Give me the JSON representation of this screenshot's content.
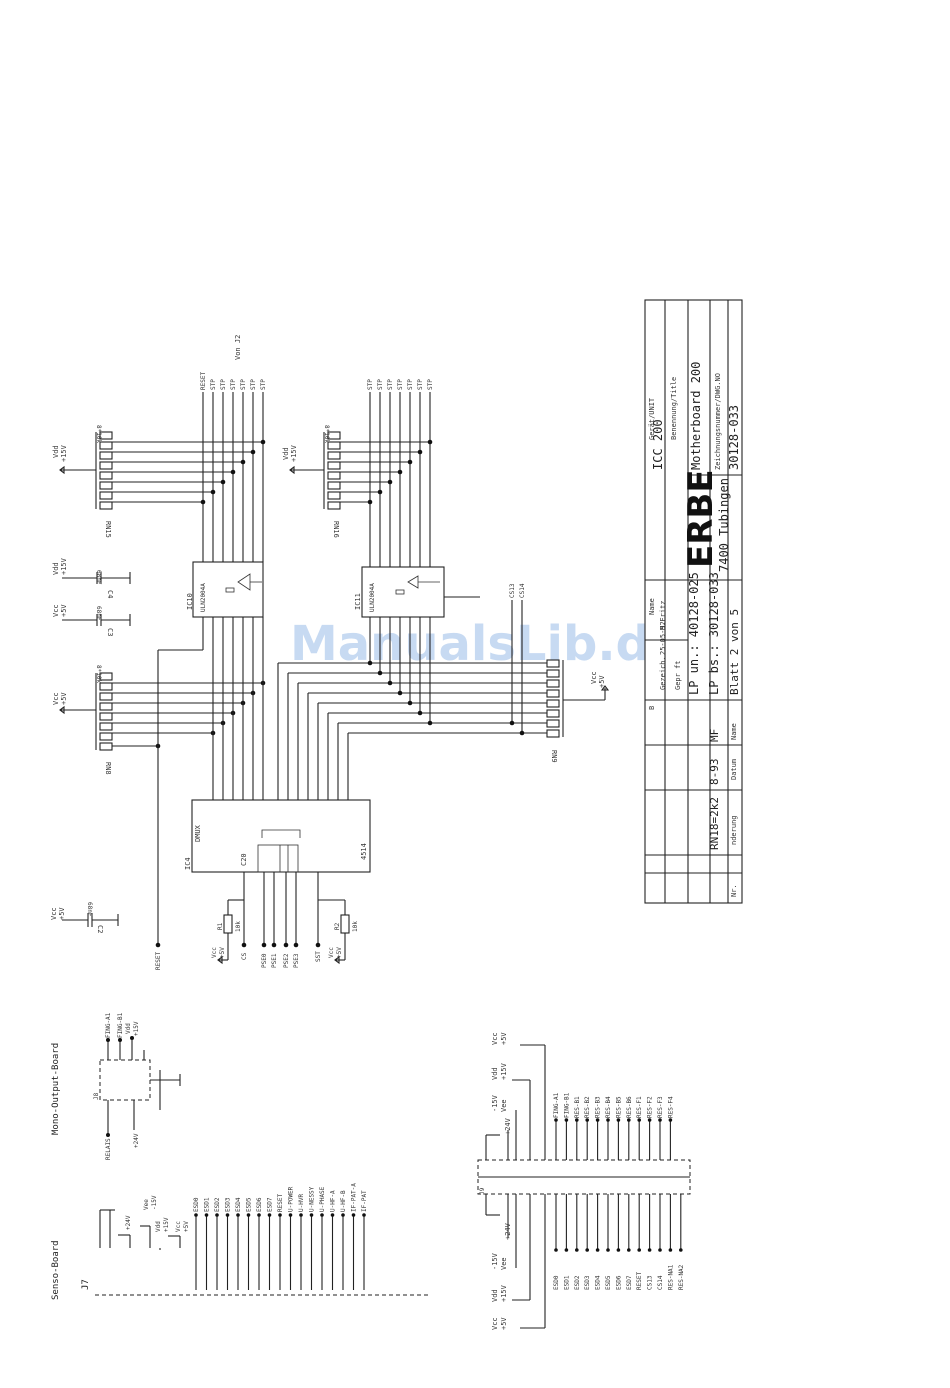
{
  "title_block": {
    "unit_label": "Gerät/UNIT",
    "unit": "ICC 200",
    "title_label": "Benennung/Title",
    "title": "Motherboard 200",
    "drawing_no_label": "Zeichnungsnummer/DWG.NO",
    "drawing_no": "30128-033",
    "company": "ERBE",
    "city": "7400 Tubingen",
    "lp_un": "LP un.: 40128-025",
    "lp_bs": "LP bs.: 30128-033",
    "sheet": "Blatt  2  von  5",
    "drawn_label": "Gezeich.",
    "drawn_date": "25-05-92",
    "drawn_by": "M.Fritz",
    "checked_label": "Gepr ft",
    "name_label": "Name",
    "b_label": "B",
    "date_label": "Datum",
    "change_label": "nderung",
    "no_label": "Nr.",
    "mf": "MF",
    "rev_date": "8-93",
    "rev_text": "RN18=2k2"
  },
  "watermark": "ManualsLib.de",
  "components": {
    "ic10": "IC10",
    "ic10_type": "ULN2004A",
    "ic11": "IC11",
    "ic11_type": "ULN2004A",
    "ic4": "IC4",
    "ic4_type": "4514",
    "dmux": "DMUX",
    "c20": "C20",
    "rn15": "RN15",
    "rn16": "RN16",
    "rn8": "RN8",
    "rn9": "RN9",
    "rn_value": "8*10k",
    "c4": "C4",
    "c3": "C3",
    "c2": "C2",
    "cap_value": "68nF",
    "r1": "R1",
    "r2": "R2",
    "r_value": "10k",
    "j8": "J8",
    "j9": "J9",
    "j7": "J7",
    "to_j2": "Von J2"
  },
  "supplies": {
    "vdd": "Vdd",
    "p15v": "+15V",
    "vcc": "Vcc",
    "p5v": "+5V",
    "vee": "Vee",
    "m15v": "-15V",
    "p24v": "+24V",
    "gnd": "GND"
  },
  "boards": {
    "mono_output": "Mono-Output-Board",
    "senso": "Senso-Board"
  },
  "signals": {
    "ic10_top": [
      "RESET",
      "STP",
      "STP",
      "STP",
      "STP",
      "STP",
      "STP"
    ],
    "ic11_top": [
      "STP",
      "STP",
      "STP",
      "STP",
      "STP",
      "STP",
      "STP"
    ],
    "ic4_inputs": [
      "PSE0",
      "PSE1",
      "PSE2",
      "PSE3"
    ],
    "ic4_cs": "CS",
    "ic4_sst": "SST",
    "reset": "RESET",
    "cs13": "CS13",
    "cs14": "CS14",
    "j8_signals": [
      "FING-A1",
      "FING-B1"
    ],
    "relais": "RELAIS",
    "j9_left": [
      "ESD0",
      "ESD1",
      "ESD2",
      "ESD3",
      "ESD4",
      "ESD5",
      "ESD6",
      "ESD7",
      "RESET",
      "CS13",
      "CS14",
      "RES-NA1",
      "RES-NA2"
    ],
    "j9_right": [
      "FING-A1",
      "FING-B1",
      "RES-B1",
      "RES-B2",
      "RES-B3",
      "RES-B4",
      "RES-B5",
      "RES-B6",
      "RES-F1",
      "RES-F2",
      "RES-F3",
      "RES-F4"
    ],
    "j7_signals": [
      "ESD0",
      "ESD1",
      "ESD2",
      "ESD3",
      "ESD4",
      "ESD5",
      "ESD6",
      "ESD7",
      "RESET",
      "U-POWER",
      "U-HVR",
      "U-NESSY",
      "U-PHASE",
      "U-HF-A",
      "U-HF-B",
      "IF-PAT-A",
      "IF-PAT"
    ]
  }
}
